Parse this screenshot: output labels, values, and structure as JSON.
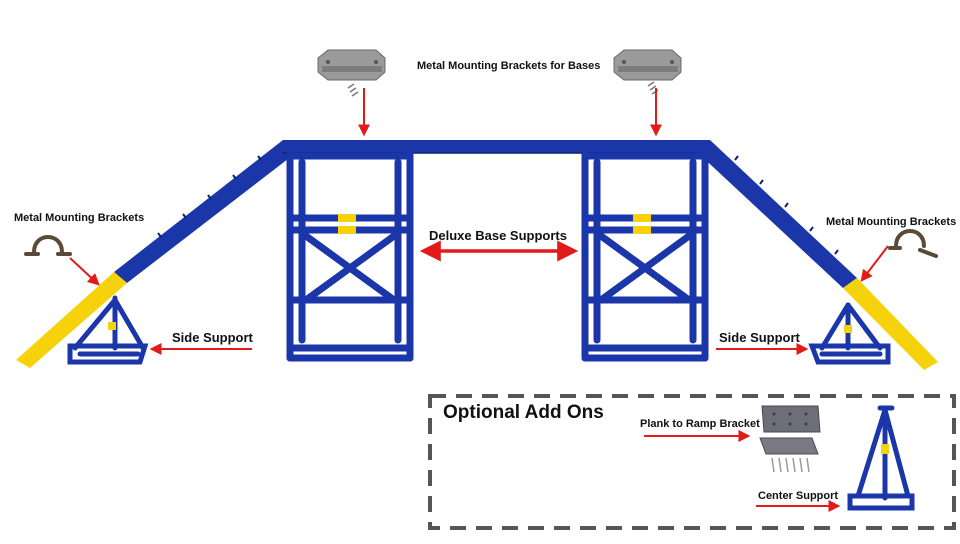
{
  "labels": {
    "base_brackets": "Metal Mounting Brackets for Bases",
    "left_brackets": "Metal Mounting Brackets",
    "right_brackets": "Metal Mounting Brackets",
    "deluxe_supports": "Deluxe Base Supports",
    "side_support_left": "Side Support",
    "side_support_right": "Side Support"
  },
  "addons": {
    "title": "Optional Add Ons",
    "plank_bracket": "Plank to Ramp Bracket",
    "center_support": "Center Support"
  },
  "colors": {
    "frame_blue": "#1b36a8",
    "frame_dark": "#0f2070",
    "ramp_yellow": "#f5d20a",
    "arrow_red": "#e21a1a",
    "metal_gray": "#9a9a9a",
    "box_dash": "#555555"
  }
}
